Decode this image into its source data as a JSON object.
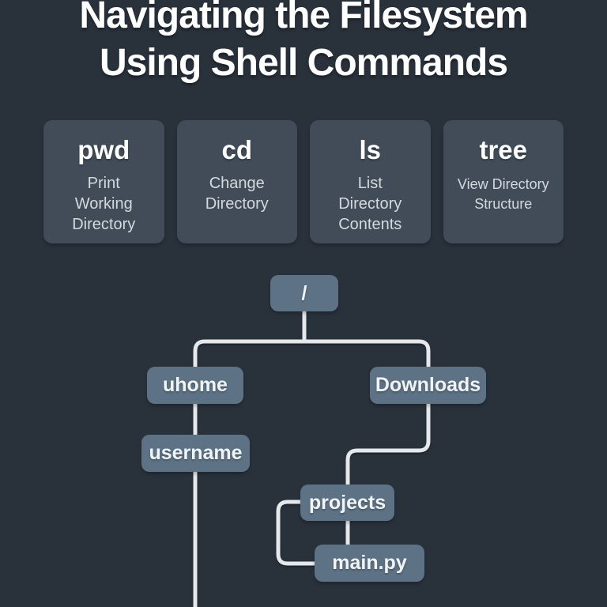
{
  "title": {
    "line1": "Navigating the Filesystem",
    "line2": "Using Shell Commands"
  },
  "commands": [
    {
      "name": "pwd",
      "description": "Print\nWorking\nDirectory"
    },
    {
      "name": "cd",
      "description": "Change\nDirectory"
    },
    {
      "name": "ls",
      "description": "List\nDirectory\nContents"
    },
    {
      "name": "tree",
      "description": "View Directory\nStructure"
    }
  ],
  "filesystem_tree": {
    "nodes": {
      "root": "/",
      "uhome": "uhome",
      "downloads": "Downloads",
      "username": "username",
      "projects": "projects",
      "main_py": "main.py"
    },
    "edges": [
      {
        "parent": "/",
        "child": "uhome"
      },
      {
        "parent": "/",
        "child": "Downloads"
      },
      {
        "parent": "uhome",
        "child": "username"
      },
      {
        "parent": "Downloads",
        "child": "projects"
      },
      {
        "parent": "projects",
        "child": "main.py"
      }
    ]
  },
  "colors": {
    "background": "#29313b",
    "card": "#414c58",
    "node": "#5d7284",
    "connector": "#e6e9eb",
    "title_text": "#ffffff",
    "card_text": "#d3dade",
    "node_text": "#f1f4f6"
  }
}
